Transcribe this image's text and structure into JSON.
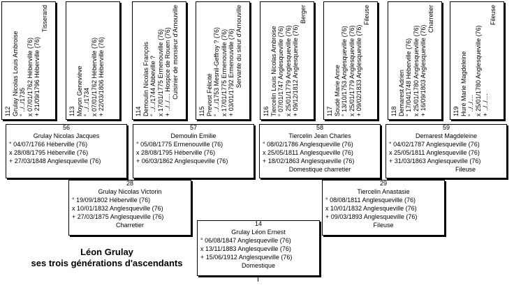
{
  "title": {
    "line1": "Léon Grulay",
    "line2": "ses trois générations d'ascendants"
  },
  "gen4": [
    {
      "num": "112",
      "name": "Grulay Nicolas Louis Ambroise",
      "events": [
        "° ../../1735",
        "x 07/01/1762 Héberville (76)",
        "+ 21/09/1796 Héberville (76)"
      ],
      "occupation": "Tisserand"
    },
    {
      "num": "113",
      "name": "Moyon Geneviève",
      "events": [
        "° ../../1734",
        "x 07/01/1762 Héberville (76)",
        "+ 22/03/1806 Héberville (76)"
      ],
      "occupation": ""
    },
    {
      "num": "114",
      "name": "Demoulin Nicolas François",
      "events": [
        "° ../../1744 Abbeville ?",
        "x 17/01/1775 Ermenouville (76)",
        "+ ../../.... Hospice de Rouen (76)"
      ],
      "occupation": "Cuisinier de monsieur d'Arnouville"
    },
    {
      "num": "115",
      "name": "Prevost Félicité",
      "events": [
        "° ../../1753 Mesnil-Geffroy ? (76)",
        "x 17/01/1775 Ermenouville (76)",
        "+ 03/01/1792 Ermenouville (76)"
      ],
      "occupation": "Servante du sieur d'Arnouville"
    },
    {
      "num": "116",
      "name": "Tiercelin Louis Nicolas Ambroise",
      "events": [
        "° 07/01/1747 Anglesqueville (76)",
        "x 25/01/1779 Anglesqueville (76)",
        "+ 09/12/1812 Anglesqueville (76)"
      ],
      "occupation": "Berger"
    },
    {
      "num": "117",
      "name": "Soudé Marie Anne",
      "events": [
        "° 13/10/1753 Anglesqueville (76)",
        "x 25/01/1779 Anglesqueville (76)",
        "+ 09/02/1833 Anglesqueville (76)"
      ],
      "occupation": "Fileuse"
    },
    {
      "num": "118",
      "name": "Demarest Adrien",
      "events": [
        "° 17/04/1748 Héberville (76)",
        "x 25/01/1780 Anglesqueville (76)",
        "+ 16/09/1803 Anglesqueville (76)"
      ],
      "occupation": "Charretier"
    },
    {
      "num": "119",
      "name": "Huré Marie Magdeleine",
      "events": [
        "° ../../....",
        "x 25/01/1780 Anglesqueville (76)",
        "+ ../../...."
      ],
      "occupation": "Fileuse"
    }
  ],
  "gen3": [
    {
      "num": "56",
      "name": "Grulay Nicolas Jacques",
      "events": [
        "° 04/07/1766 Héberville (76)",
        "x 28/08/1795 Héberville (76)",
        "+ 27/03/1848 Anglesqueville (76)"
      ],
      "occupation": ""
    },
    {
      "num": "57",
      "name": "Demoulin Emilie",
      "events": [
        "° 05/08/1775 Ermenouville (76)",
        "x 28/08/1795 Héberville (76)",
        "+ 06/03/1862 Anglesqueville (76)"
      ],
      "occupation": ""
    },
    {
      "num": "58",
      "name": "Tiercelin Jean Charles",
      "events": [
        "° 08/02/1786 Anglesqueville (76)",
        "x 25/05/1811 Anglesqueville (76)",
        "+ 18/02/1863 Anglesqueville (76)"
      ],
      "occupation": "Domestique charretier"
    },
    {
      "num": "59",
      "name": "Demarest Magdeleine",
      "events": [
        "° 04/02/1787 Anglesqueville (76)",
        "x 25/05/1811 Anglesqueville (76)",
        "+ 31/03/1863 Anglesqueville (76)"
      ],
      "occupation": "Fileuse"
    }
  ],
  "gen2": [
    {
      "num": "28",
      "name": "Grulay Nicolas Victorin",
      "events": [
        "° 19/09/1802 Héberville (76)",
        "x 10/01/1832 Anglesqueville (76)",
        "+ 27/03/1875 Anglesqueville (76)"
      ],
      "occupation": "Charretier"
    },
    {
      "num": "29",
      "name": "Tiercelin Anastasie",
      "events": [
        "° 08/08/1811 Anglesqueville (76)",
        "x 10/01/1832 Anglesqueville (76)",
        "+ 09/03/1893 Anglesqueville (76)"
      ],
      "occupation": "Fileuse"
    }
  ],
  "gen1": [
    {
      "num": "14",
      "name": "Grulay Léon Ernest",
      "events": [
        "° 06/08/1847 Anglesqueville (76)",
        "x 13/11/1883 Anglesqueville (76)",
        "+ 15/06/1912 Anglesqueville (76)"
      ],
      "occupation": "Domestique"
    }
  ]
}
